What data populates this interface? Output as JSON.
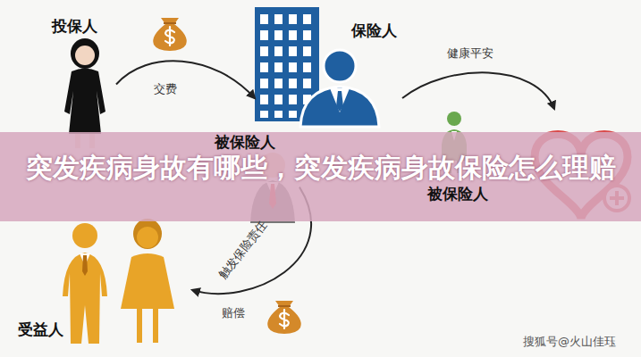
{
  "diagram": {
    "title": "突发疾病身故有哪些，突发疾病身故保险怎么理赔",
    "nodes": [
      {
        "text": [
          "投保人"
        ]
      },
      {
        "text": [
          "保险人"
        ]
      },
      {
        "text": [
          "被保险人"
        ]
      },
      {
        "text": [
          "被保险人"
        ]
      },
      {
        "text": [
          "受益人"
        ]
      }
    ],
    "edges": [
      {
        "from": 0,
        "to": 1,
        "label": "交费",
        "arrow": "to"
      },
      {
        "from": 1,
        "to": 2,
        "label": "健康平安",
        "arrow": "to"
      },
      {
        "from": 3,
        "to": 4,
        "label": "触发保险责任",
        "arrow": "to"
      }
    ],
    "labels": [
      "赔偿",
      "搜狐号@火山佳珏"
    ]
  }
}
